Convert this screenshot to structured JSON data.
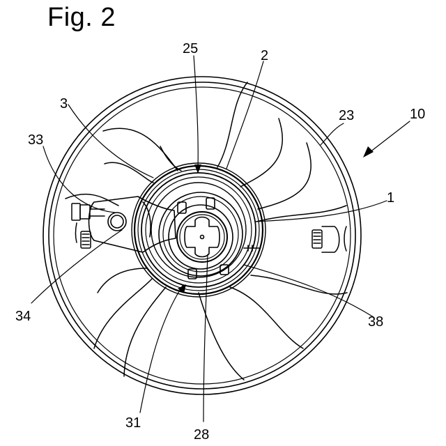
{
  "figure": {
    "title": "Fig. 2"
  },
  "reference_numerals": [
    {
      "id": "ref-1",
      "label": "1"
    },
    {
      "id": "ref-2",
      "label": "2"
    },
    {
      "id": "ref-3",
      "label": "3"
    },
    {
      "id": "ref-10",
      "label": "10"
    },
    {
      "id": "ref-23",
      "label": "23"
    },
    {
      "id": "ref-25",
      "label": "25"
    },
    {
      "id": "ref-28",
      "label": "28"
    },
    {
      "id": "ref-31",
      "label": "31"
    },
    {
      "id": "ref-33",
      "label": "33"
    },
    {
      "id": "ref-34",
      "label": "34"
    },
    {
      "id": "ref-38",
      "label": "38"
    }
  ],
  "colors": {
    "line": "#000000",
    "background": "#ffffff"
  }
}
